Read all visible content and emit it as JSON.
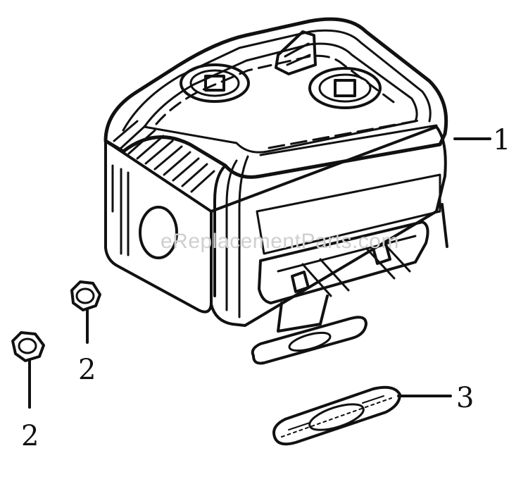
{
  "watermark": "eReplacementParts.com",
  "callouts": {
    "muffler": "1",
    "nut_upper": "2",
    "nut_lower": "2",
    "gasket": "3"
  },
  "colors": {
    "ink": "#111111",
    "paper": "#ffffff",
    "watermark": "#cfcfcf"
  }
}
